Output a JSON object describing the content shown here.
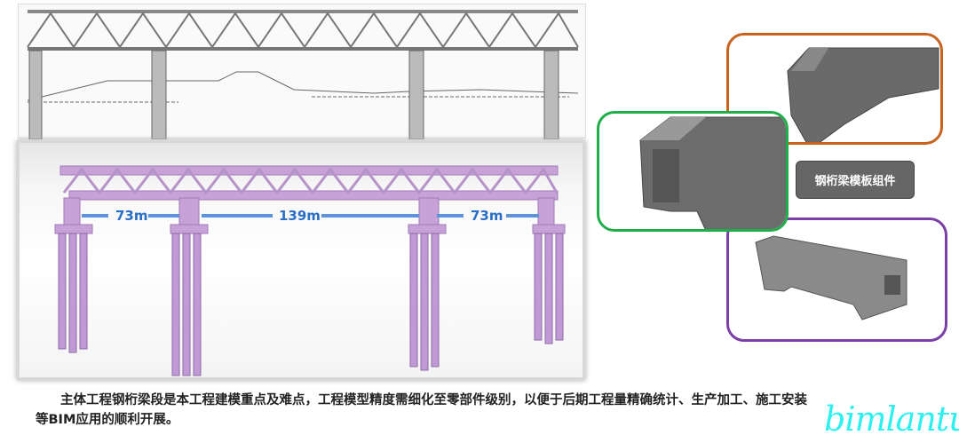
{
  "render": {
    "spans": [
      "73m",
      "139m",
      "73m"
    ]
  },
  "components_label": "钢桁梁模板组件",
  "caption": "主体工程钢桁梁段是本工程建模重点及难点，工程模型精度需细化至零部件级别，以便于后期工程量精确统计、生产加工、施工安装等BIM应用的顺利开展。",
  "watermark": "bimlantu",
  "colors": {
    "orange_frame": "#c8631e",
    "green_frame": "#1fae4a",
    "purple_frame": "#7b3fa8",
    "bridge": "#c7a2d8",
    "dimension": "#2a6fc6"
  }
}
